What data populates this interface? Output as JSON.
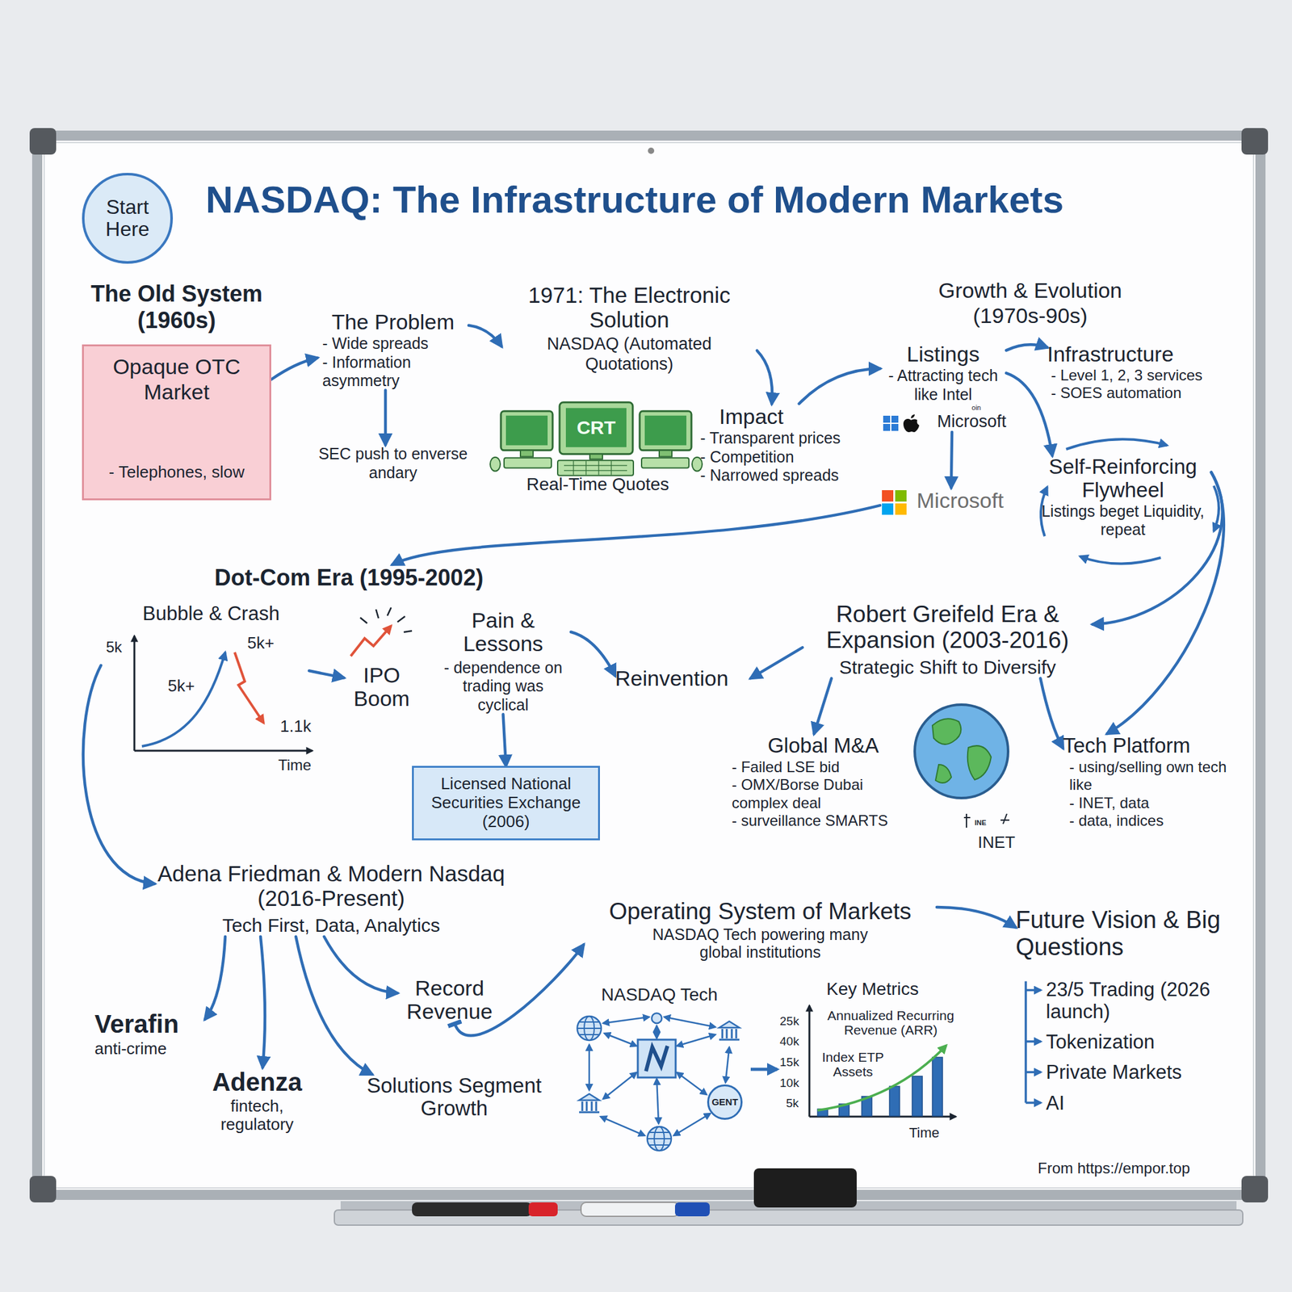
{
  "diagram": {
    "title": "NASDAQ: The Infrastructure of Modern Markets",
    "nodes": [
      {
        "text": [
          "Start Here"
        ]
      },
      {
        "text": [
          "The Old System (1960s)",
          "Opaque OTC Market",
          "- Telephones, slow"
        ]
      },
      {
        "text": [
          "The Problem",
          "- Wide spreads",
          "- Information asymmetry"
        ]
      },
      {
        "text": [
          "SEC push to enverse andary"
        ]
      },
      {
        "text": [
          "1971: The Electronic Solution",
          "NASDAQ (Automated Quotations)",
          "CRT",
          "Real-Time Quotes"
        ]
      },
      {
        "text": [
          "Impact",
          "- Transparent prices",
          "- Competition",
          "- Narrowed spreads"
        ]
      },
      {
        "text": [
          "Listings",
          "- Attracting tech like Intel",
          "oin",
          "Microsoft"
        ]
      },
      {
        "text": [
          "Microsoft"
        ]
      },
      {
        "text": [
          "Infrastructure",
          "- Level 1, 2, 3 services",
          "- SOES automation"
        ]
      },
      {
        "text": [
          "Self-Reinforcing Flywheel",
          "Listings beget Liquidity, repeat"
        ]
      },
      {
        "text": [
          "Dot-Com Era (1995-2002)"
        ]
      },
      {
        "text": [
          "Bubble & Crash"
        ]
      },
      {
        "text": [
          "IPO Boom"
        ]
      },
      {
        "text": [
          "Pain & Lessons",
          "- dependence on trading was cyclical"
        ]
      },
      {
        "text": [
          "Licensed National Securities Exchange (2006)"
        ]
      },
      {
        "text": [
          "Reinvention"
        ]
      },
      {
        "text": [
          "Robert Greifeld Era & Expansion (2003-2016)",
          "Strategic Shift to Diversify"
        ]
      },
      {
        "text": [
          "Global M&A",
          "- Failed LSE bid",
          "- OMX/Borse Dubai complex deal",
          "- surveillance SMARTS"
        ]
      },
      {
        "text": [
          "Tech Platform",
          "- using/selling own tech like",
          "- INET, data",
          "- data, indices"
        ]
      },
      {
        "text": [
          "Adena Friedman & Modern Nasdaq (2016-Present)",
          "Tech First, Data, Analytics"
        ]
      },
      {
        "text": [
          "Verafin",
          "anti-crime"
        ]
      },
      {
        "text": [
          "Adenza",
          "fintech, regulatory"
        ]
      },
      {
        "text": [
          "Solutions Segment Growth"
        ]
      },
      {
        "text": [
          "Record Revenue"
        ]
      },
      {
        "text": [
          "Operating System of Markets",
          "NASDAQ Tech powering many global institutions"
        ]
      },
      {
        "text": [
          "GENT"
        ]
      },
      {
        "text": [
          "Future Vision & Big Questions",
          "23/5 Trading (2026 launch)",
          "Tokenization",
          "Private Markets",
          "AI"
        ]
      }
    ],
    "edges": [
      {
        "from": 1,
        "to": 2,
        "arrow": "to"
      },
      {
        "from": 2,
        "to": 3,
        "arrow": "to"
      },
      {
        "from": 2,
        "to": 4,
        "arrow": "to"
      },
      {
        "from": 4,
        "to": 5,
        "arrow": "to"
      },
      {
        "from": 5,
        "to": 6,
        "arrow": "to"
      },
      {
        "from": 6,
        "to": 8,
        "arrow": "to"
      },
      {
        "from": 6,
        "to": 7,
        "arrow": "to"
      },
      {
        "from": 6,
        "to": 9,
        "arrow": "to"
      },
      {
        "from": 9,
        "to": 16,
        "arrow": "to"
      },
      {
        "from": 9,
        "to": 18,
        "arrow": "to"
      },
      {
        "from": 7,
        "to": 10,
        "arrow": "to"
      },
      {
        "from": 11,
        "to": 12,
        "arrow": "to"
      },
      {
        "from": 13,
        "to": 15,
        "arrow": "to"
      },
      {
        "from": 13,
        "to": 14,
        "arrow": "to"
      },
      {
        "from": 16,
        "to": 15,
        "arrow": "to"
      },
      {
        "from": 16,
        "to": 17,
        "arrow": "to"
      },
      {
        "from": 16,
        "to": 18,
        "arrow": "to"
      },
      {
        "from": 11,
        "to": 19,
        "arrow": "to"
      },
      {
        "from": 19,
        "to": 20,
        "arrow": "to"
      },
      {
        "from": 19,
        "to": 21,
        "arrow": "to"
      },
      {
        "from": 19,
        "to": 22,
        "arrow": "to"
      },
      {
        "from": 19,
        "to": 23,
        "arrow": "to"
      },
      {
        "from": 23,
        "to": 24,
        "arrow": "to"
      },
      {
        "from": 24,
        "to": 26,
        "arrow": "to"
      }
    ],
    "labels": [
      "Growth & Evolution (1970s-90s)",
      "5k",
      "5k+",
      "5k+",
      "1.1k",
      "Time",
      "INE",
      "INET",
      "NASDAQ Tech",
      "Key Metrics",
      "Annualized Recurring Revenue (ARR)",
      "Index ETP Assets",
      "25k",
      "40k",
      "15k",
      "10k",
      "5k",
      "Time",
      "From https://empor.top"
    ]
  }
}
